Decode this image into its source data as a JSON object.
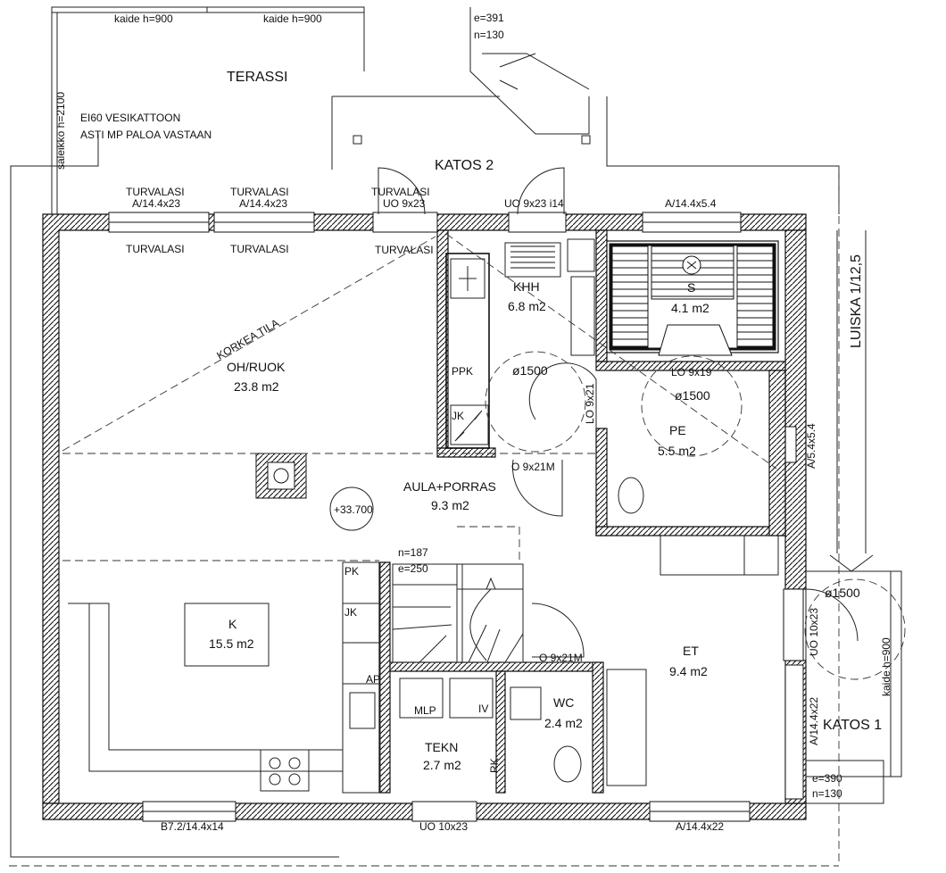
{
  "labels": {
    "kaide1": "kaide h=900",
    "kaide2": "kaide h=900",
    "e391": "e=391",
    "n130_top": "n=130",
    "terassi": "TERASSI",
    "saleikko": "säleikkö h=2100",
    "ei60_1": "EI60 VESIKATTOON",
    "ei60_2": "ASTI MP PALOA VASTAAN",
    "katos2": "KATOS 2",
    "turvalasi_a": "TURVALASI",
    "win_a": "A/14.4x23",
    "turvalasi_b": "TURVALASI",
    "win_b": "A/14.4x23",
    "turvalasi_c": "TURVALASI",
    "door_uo923": "UO 9x23",
    "door_uo923i14": "UO 9x23 i14",
    "win_a14454": "A/14.4x5.4",
    "turvalasi_in_a": "TURVALASI",
    "turvalasi_in_b": "TURVALASI",
    "turvalasi_in_c": "TURVALASI",
    "luiska": "LUISKA 1/12,5",
    "korkea_tila": "KORKEA TILA",
    "ppk": "PPK",
    "jk_top": "JK",
    "phi1": "ø1500",
    "phi2": "ø1500",
    "phi3": "ø1500",
    "lo919": "LO 9x19",
    "lo921": "LO 9x21",
    "o921m_a": "O 9x21M",
    "o921m_b": "O 9x21M",
    "win_a5454": "A/5.4x5.4",
    "level": "+33.700",
    "n187": "n=187",
    "e250": "e=250",
    "pk": "PK",
    "jk_bot": "JK",
    "ap": "AP",
    "mlp": "MLP",
    "iv": "IV",
    "rk": "RK",
    "uo1023_side": "UO 10x23",
    "kaide_side": "kaide h=900",
    "win_a14422_side": "A/14.4x22",
    "katos1": "KATOS 1",
    "e390": "e=390",
    "n130_bot": "n=130",
    "win_b72": "B7.2/14.4x14",
    "door_uo1023_bot": "UO 10x23",
    "win_a14422_bot": "A/14.4x22"
  },
  "rooms": {
    "ohruok_name": "OH/RUOK",
    "ohruok_area": "23.8 m2",
    "khh_name": "KHH",
    "khh_area": "6.8 m2",
    "s_name": "S",
    "s_area": "4.1 m2",
    "pe_name": "PE",
    "pe_area": "5.5 m2",
    "aula_name": "AULA+PORRAS",
    "aula_area": "9.3 m2",
    "k_name": "K",
    "k_area": "15.5 m2",
    "et_name": "ET",
    "et_area": "9.4 m2",
    "wc_name": "WC",
    "wc_area": "2.4 m2",
    "tekn_name": "TEKN",
    "tekn_area": "2.7 m2"
  }
}
